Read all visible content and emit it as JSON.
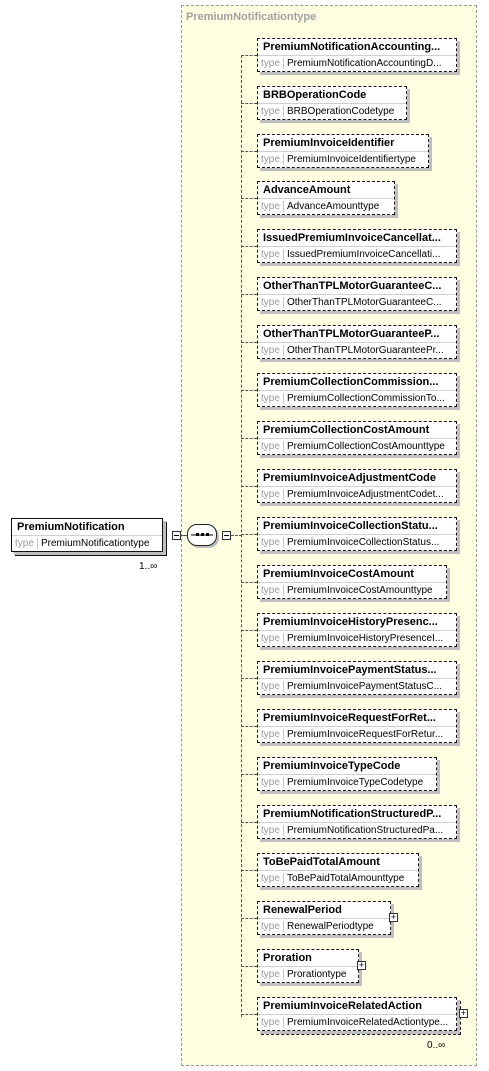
{
  "diagram": {
    "type_box_title": "PremiumNotificationtype",
    "type_label": "type",
    "root": {
      "name": "PremiumNotification",
      "type": "PremiumNotificationtype",
      "cardinality": "1..∞"
    },
    "sequence_icon": "sequence-compositor-icon",
    "children": [
      {
        "name": "PremiumNotificationAccounting...",
        "type": "PremiumNotificationAccountingD..."
      },
      {
        "name": "BRBOperationCode",
        "type": "BRBOperationCodetype"
      },
      {
        "name": "PremiumInvoiceIdentifier",
        "type": "PremiumInvoiceIdentifiertype"
      },
      {
        "name": "AdvanceAmount",
        "type": "AdvanceAmounttype"
      },
      {
        "name": "IssuedPremiumInvoiceCancellat...",
        "type": "IssuedPremiumInvoiceCancellati..."
      },
      {
        "name": "OtherThanTPLMotorGuaranteeC...",
        "type": "OtherThanTPLMotorGuaranteeC..."
      },
      {
        "name": "OtherThanTPLMotorGuaranteeP...",
        "type": "OtherThanTPLMotorGuaranteePr..."
      },
      {
        "name": "PremiumCollectionCommission...",
        "type": "PremiumCollectionCommissionTo..."
      },
      {
        "name": "PremiumCollectionCostAmount",
        "type": "PremiumCollectionCostAmounttype"
      },
      {
        "name": "PremiumInvoiceAdjustmentCode",
        "type": "PremiumInvoiceAdjustmentCodet..."
      },
      {
        "name": "PremiumInvoiceCollectionStatu...",
        "type": "PremiumInvoiceCollectionStatus..."
      },
      {
        "name": "PremiumInvoiceCostAmount",
        "type": "PremiumInvoiceCostAmounttype"
      },
      {
        "name": "PremiumInvoiceHistoryPresenc...",
        "type": "PremiumInvoiceHistoryPresenceI..."
      },
      {
        "name": "PremiumInvoicePaymentStatus...",
        "type": "PremiumInvoicePaymentStatusC..."
      },
      {
        "name": "PremiumInvoiceRequestForRet...",
        "type": "PremiumInvoiceRequestForRetur..."
      },
      {
        "name": "PremiumInvoiceTypeCode",
        "type": "PremiumInvoiceTypeCodetype"
      },
      {
        "name": "PremiumNotificationStructuredP...",
        "type": "PremiumNotificationStructuredPa..."
      },
      {
        "name": "ToBePaidTotalAmount",
        "type": "ToBePaidTotalAmounttype"
      },
      {
        "name": "RenewalPeriod",
        "type": "RenewalPeriodtype",
        "expandable": true
      },
      {
        "name": "Proration",
        "type": "Prorationtype",
        "expandable": true
      },
      {
        "name": "PremiumInvoiceRelatedAction",
        "type": "PremiumInvoiceRelatedActiontype...",
        "expandable": true,
        "stacked": true,
        "cardinality": "0..∞"
      }
    ],
    "colors": {
      "type_box_fill": "#ffffe1",
      "type_box_border": "#999999",
      "label_grey": "#9a9a9a"
    }
  }
}
